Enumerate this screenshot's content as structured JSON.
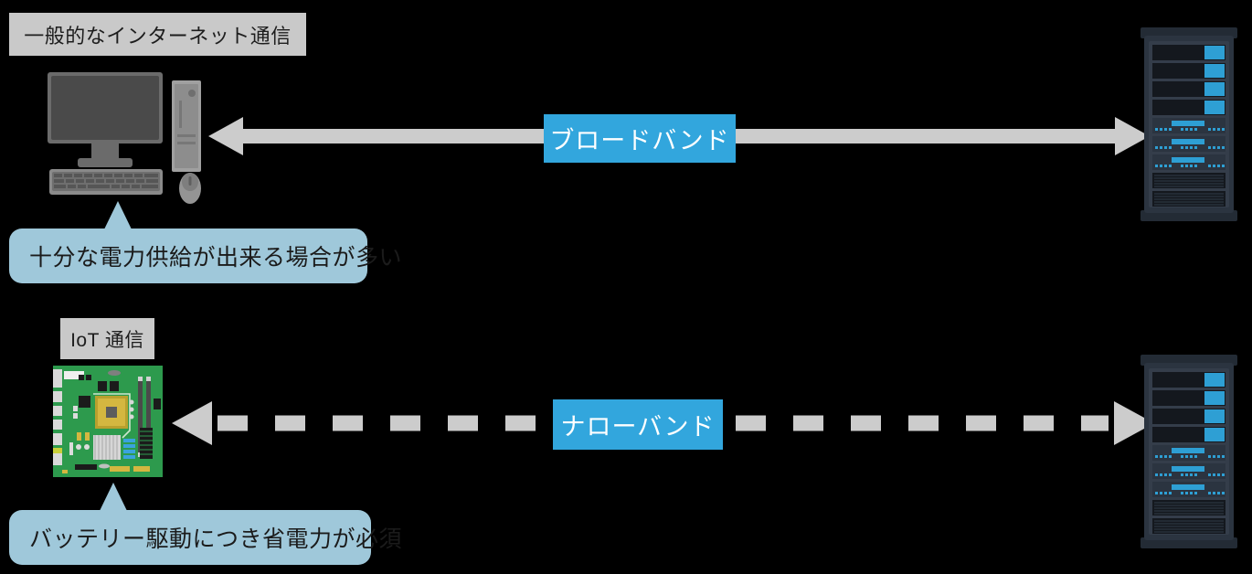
{
  "diagram": {
    "background_color": "#000000",
    "sections": [
      {
        "id": "internet",
        "chip_label": "一般的なインターネット通信",
        "chip_bg": "#c9c9c9",
        "device_icon": "desktop-pc-icon",
        "link_type": "solid-double-arrow",
        "link_label": "ブロードバンド",
        "link_label_bg": "#32a6dd",
        "endpoint_icon": "server-rack-icon",
        "callout_text": "十分な電力供給が出来る場合が多い",
        "callout_bg": "#9fc8da"
      },
      {
        "id": "iot",
        "chip_label": "IoT 通信",
        "chip_bg": "#c9c9c9",
        "device_icon": "motherboard-icon",
        "link_type": "dashed-double-arrow",
        "link_label": "ナローバンド",
        "link_label_bg": "#32a6dd",
        "endpoint_icon": "server-rack-icon",
        "callout_text": "バッテリー駆動につき省電力が必須",
        "callout_bg": "#9fc8da"
      }
    ],
    "colors": {
      "arrow_gray": "#cccccc",
      "chip_gray": "#c9c9c9",
      "accent_blue": "#32a6dd",
      "callout_blue": "#9fc8da",
      "rack_dark": "#2b3440",
      "rack_led_blue": "#2e9fd4",
      "board_green": "#2e9e4f",
      "cpu_gold": "#d4b740"
    }
  }
}
